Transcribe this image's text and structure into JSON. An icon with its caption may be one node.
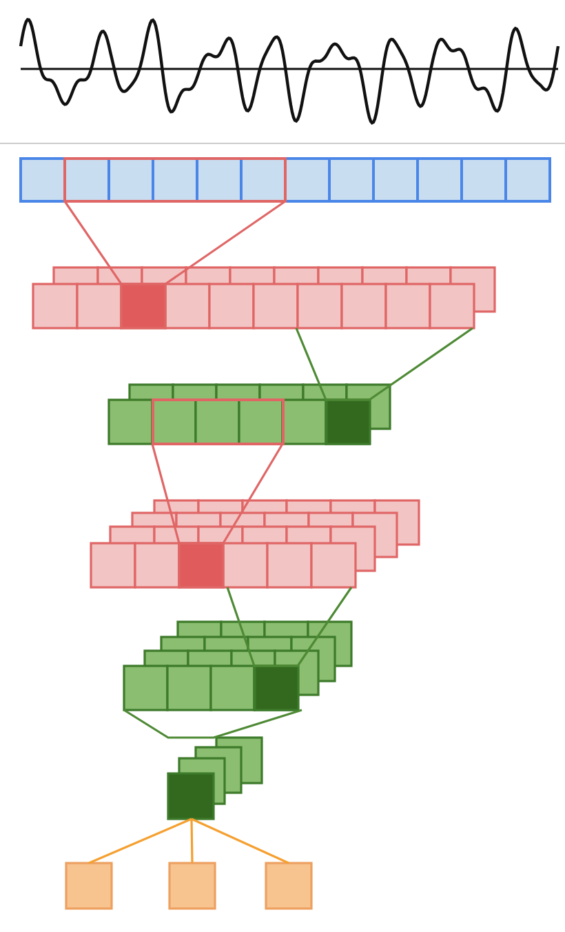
{
  "diagram": {
    "nodes": [
      {
        "text": [],
        "shape": "bar"
      },
      {
        "text": [],
        "shape": "box",
        "in": 0
      },
      {
        "text": [],
        "shape": "box"
      },
      {
        "text": [],
        "shape": "box",
        "in": 2
      },
      {
        "text": [],
        "shape": "box"
      },
      {
        "text": [],
        "shape": "box",
        "in": 4
      },
      {
        "text": [],
        "shape": "box",
        "in": 4
      },
      {
        "text": [],
        "shape": "box"
      },
      {
        "text": [],
        "shape": "box",
        "in": 7
      },
      {
        "text": [],
        "shape": "box"
      },
      {
        "text": [],
        "shape": "box",
        "in": 9
      },
      {
        "text": [],
        "shape": "box"
      },
      {
        "text": [],
        "shape": "box"
      },
      {
        "text": [],
        "shape": "box"
      },
      {
        "text": [],
        "shape": "box"
      }
    ],
    "edges": [
      {
        "from": 1,
        "to": 3,
        "arrow": "none",
        "color": "#e06666"
      },
      {
        "from": 2,
        "to": 6,
        "arrow": "none",
        "color": "#4e8a35"
      },
      {
        "from": 5,
        "to": 8,
        "arrow": "none",
        "color": "#e06666"
      },
      {
        "from": 7,
        "to": 10,
        "arrow": "none",
        "color": "#4e8a35"
      },
      {
        "from": 9,
        "to": 11,
        "arrow": "none",
        "color": "#4e8a35"
      },
      {
        "from": 11,
        "to": 12,
        "arrow": "none",
        "color": "#f5a030"
      },
      {
        "from": 11,
        "to": 13,
        "arrow": "none",
        "color": "#f5a030"
      },
      {
        "from": 11,
        "to": 14,
        "arrow": "none",
        "color": "#f5a030"
      }
    ]
  }
}
